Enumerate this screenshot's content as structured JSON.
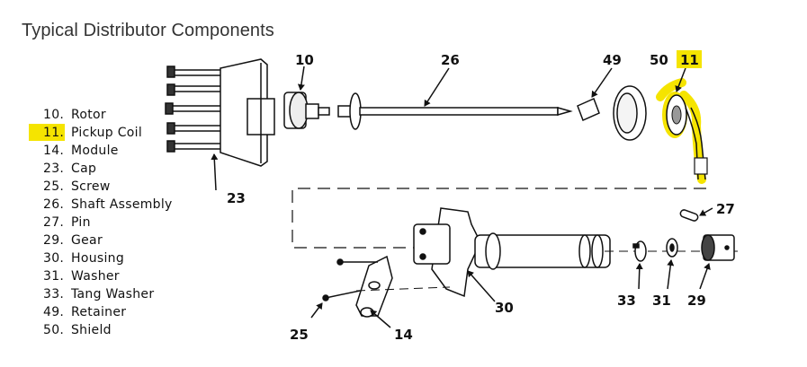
{
  "title": "Typical Distributor Components",
  "highlight_color": "#f5e400",
  "legend": [
    {
      "num": "10.",
      "label": "Rotor"
    },
    {
      "num": "11.",
      "label": "Pickup Coil",
      "highlighted": true
    },
    {
      "num": "14.",
      "label": "Module"
    },
    {
      "num": "23.",
      "label": "Cap"
    },
    {
      "num": "25.",
      "label": "Screw"
    },
    {
      "num": "26.",
      "label": "Shaft Assembly"
    },
    {
      "num": "27.",
      "label": "Pin"
    },
    {
      "num": "29.",
      "label": "Gear"
    },
    {
      "num": "30.",
      "label": "Housing"
    },
    {
      "num": "31.",
      "label": "Washer"
    },
    {
      "num": "33.",
      "label": "Tang Washer"
    },
    {
      "num": "49.",
      "label": "Retainer"
    },
    {
      "num": "50.",
      "label": "Shield"
    }
  ],
  "callouts": {
    "c10": "10",
    "c26": "26",
    "c49": "49",
    "c50": "50",
    "c11": "11",
    "c23": "23",
    "c27": "27",
    "c30": "30",
    "c33": "33",
    "c31": "31",
    "c29": "29",
    "c25": "25",
    "c14": "14"
  }
}
